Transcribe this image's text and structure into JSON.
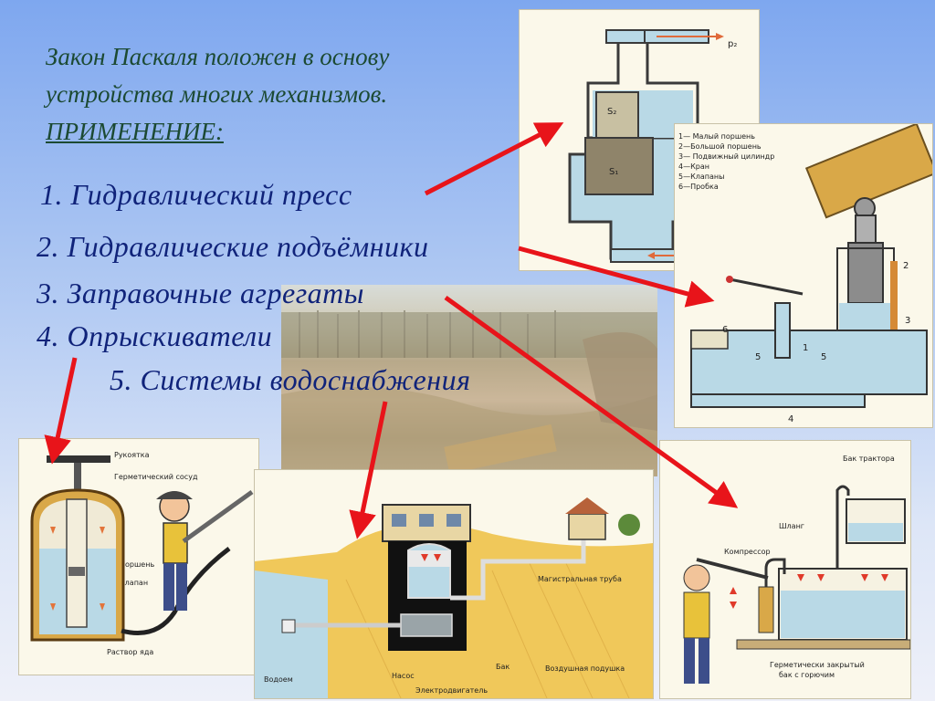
{
  "intro": {
    "line1": "Закон Паскаля положен в основу",
    "line2": "устройства многих механизмов.",
    "heading": "ПРИМЕНЕНИЕ:"
  },
  "applications": [
    "1. Гидравлический пресс",
    "2. Гидравлические подъёмники",
    "3. Заправочные агрегаты",
    "4. Опрыскиватели",
    "5. Системы водоснабжения"
  ],
  "press": {
    "s2": "S₂",
    "s1": "S₁",
    "p2": "p₂"
  },
  "lift": {
    "legend": [
      "1— Малый поршень",
      "2—Большой поршень",
      "3— Подвижный цилиндр",
      "4—Кран",
      "5—Клапаны",
      "6—Пробка"
    ],
    "num1": "1",
    "num2": "2",
    "num3": "3",
    "num4": "4",
    "num5a": "5",
    "num5b": "5",
    "num6": "6"
  },
  "sprayer": {
    "handle": "Рукоятка",
    "vessel": "Герметический сосуд",
    "piston": "Поршень",
    "valve": "Клапан",
    "solution": "Раствор яда"
  },
  "water": {
    "main_pipe": "Магистральная труба",
    "reservoir": "Водоем",
    "pump": "Насос",
    "tank": "Бак",
    "air_cushion": "Воздушная подушка",
    "motor": "Электродвигатель"
  },
  "fuel": {
    "tractor_tank": "Бак трактора",
    "hose": "Шланг",
    "compressor": "Компрессор",
    "sealed_tank_1": "Герметически закрытый",
    "sealed_tank_2": "бак с горючим"
  },
  "colors": {
    "arrow": "#e8141a",
    "liquid": "#b9d9e6",
    "heading": "#1c4a33",
    "list": "#10237a"
  }
}
